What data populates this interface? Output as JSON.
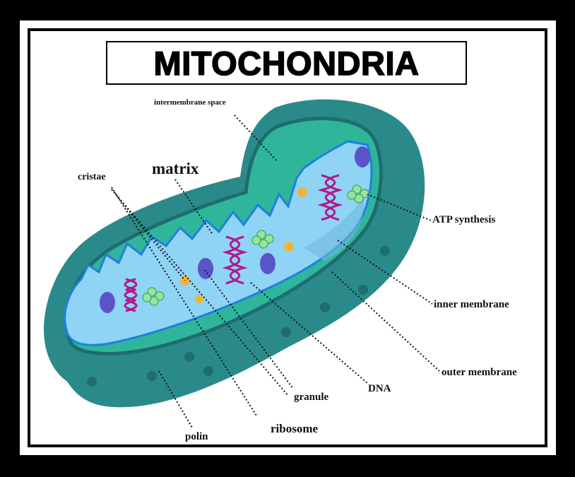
{
  "title": "MITOCHONDRIA",
  "labels": {
    "intermembrane_space": "intermembrane space",
    "matrix": "matrix",
    "cristae": "cristae",
    "atp_synthesis": "ATP synthesis",
    "inner_membrane": "inner membrane",
    "outer_membrane": "outer membrane",
    "dna": "DNA",
    "granule": "granule",
    "ribosome": "ribosome",
    "polin": "polin"
  },
  "colors": {
    "outer_membrane": "#2a8a8a",
    "outer_dark": "#1e6d70",
    "intermembrane": "#2fb59a",
    "matrix": "#8fd4f5",
    "cristae_line": "#1f7fe0",
    "dna": "#b0198a",
    "granule": "#f0b43a",
    "ribosome": "#9be39b",
    "organelle_blob": "#5a54c9"
  }
}
